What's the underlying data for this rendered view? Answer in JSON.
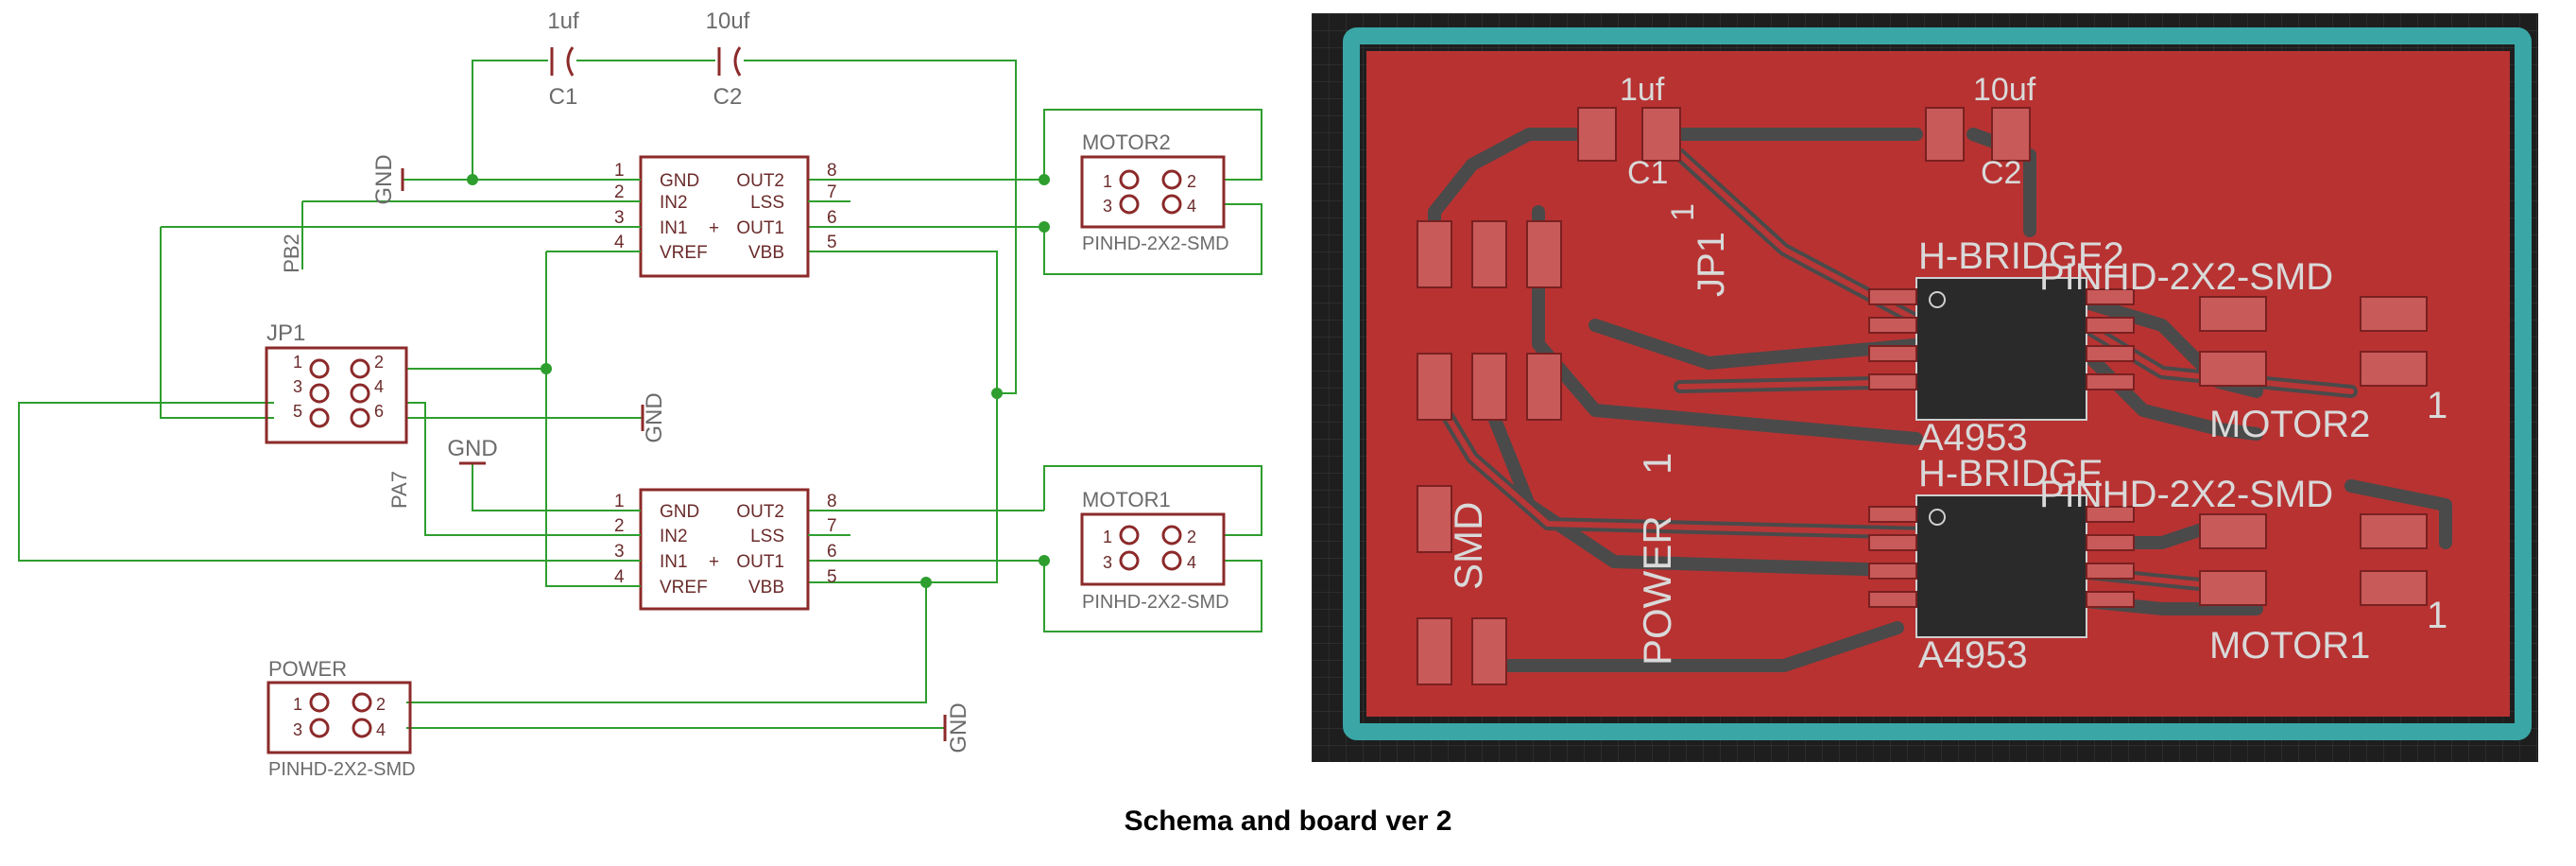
{
  "caption": "Schema and board ver 2",
  "schematic": {
    "capacitors": [
      {
        "value": "1uf",
        "name": "C1"
      },
      {
        "value": "10uf",
        "name": "C2"
      }
    ],
    "hbridge_top": {
      "pin_left": [
        "GND",
        "IN2",
        "IN1",
        "VREF"
      ],
      "pin_right": [
        "OUT2",
        "LSS",
        "OUT1",
        "VBB"
      ],
      "num_left": [
        "1",
        "2",
        "3",
        "4"
      ],
      "num_right": [
        "8",
        "7",
        "6",
        "5"
      ],
      "plus": "+"
    },
    "hbridge_bottom": {
      "pin_left": [
        "GND",
        "IN2",
        "IN1",
        "VREF"
      ],
      "pin_right": [
        "OUT2",
        "LSS",
        "OUT1",
        "VBB"
      ],
      "num_left": [
        "1",
        "2",
        "3",
        "4"
      ],
      "num_right": [
        "8",
        "7",
        "6",
        "5"
      ],
      "plus": "+"
    },
    "jp1": {
      "name": "JP1",
      "pins": [
        "1",
        "2",
        "3",
        "4",
        "5",
        "6"
      ]
    },
    "motor2": {
      "name": "MOTOR2",
      "package": "PINHD-2X2-SMD",
      "pins": [
        "1",
        "2",
        "3",
        "4"
      ]
    },
    "motor1": {
      "name": "MOTOR1",
      "package": "PINHD-2X2-SMD",
      "pins": [
        "1",
        "2",
        "3",
        "4"
      ]
    },
    "power": {
      "name": "POWER",
      "package": "PINHD-2X2-SMD",
      "pins": [
        "1",
        "2",
        "3",
        "4"
      ]
    },
    "gnd_labels": [
      "GND",
      "GND",
      "GND",
      "GND"
    ],
    "net_labels": [
      "PB2",
      "PA7"
    ]
  },
  "board": {
    "labels": {
      "c1_value": "1uf",
      "c1_name": "C1",
      "c2_value": "10uf",
      "c2_name": "C2",
      "jp1": "JP1",
      "jp1_pin": "1",
      "hbridge_top": "H-BRIDGE2",
      "hbridge_top_part": "A4953",
      "hbridge_bottom": "H-BRIDGE",
      "hbridge_bottom_part": "A4953",
      "motor2_pkg": "PINHD-2X2-SMD",
      "motor2_name": "MOTOR2",
      "motor2_pin": "1",
      "motor1_pkg": "PINHD-2X2-SMD",
      "motor1_name": "MOTOR1",
      "motor1_pin": "1",
      "power": "POWER",
      "power_pin": "1",
      "smd": "SMD"
    },
    "colors": {
      "background": "#1e1e1e",
      "outline": "#3aa6a6",
      "copper": "#b83232",
      "trace": "#4a4a4a",
      "pad": "#c85a5a"
    }
  }
}
